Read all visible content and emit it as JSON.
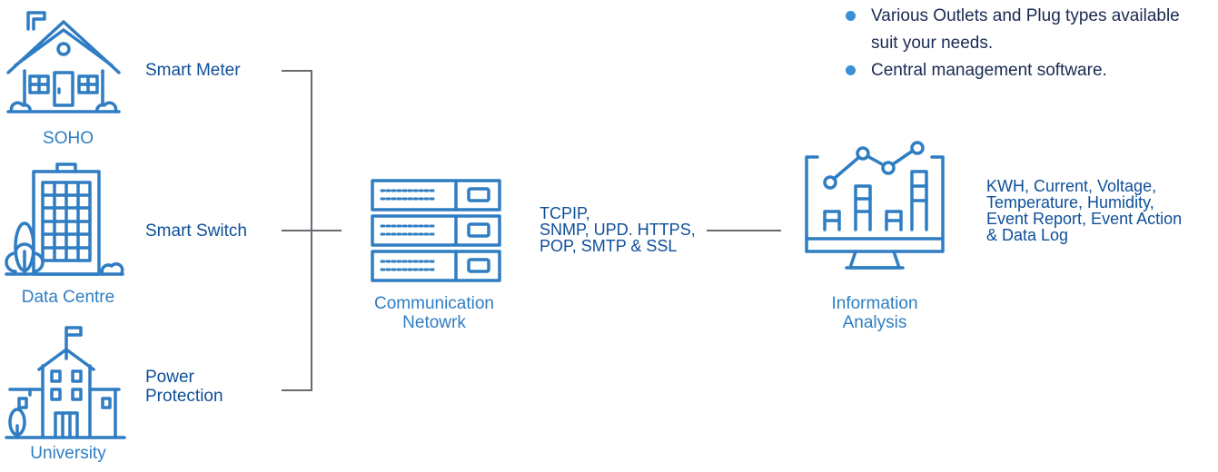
{
  "sites": {
    "soho": "SOHO",
    "data_centre": "Data Centre",
    "university": "University"
  },
  "devices": {
    "smart_meter": "Smart Meter",
    "smart_switch": "Smart Switch",
    "power_protection_line1": "Power",
    "power_protection_line2": "Protection"
  },
  "network": {
    "label_line1": "Communication",
    "label_line2": "Netowrk"
  },
  "protocols": {
    "line1": "TCPIP,",
    "line2": "SNMP, UPD. HTTPS,",
    "line3": "POP, SMTP & SSL"
  },
  "analysis": {
    "label_line1": "Information",
    "label_line2": "Analysis"
  },
  "metrics": {
    "line1": "KWH, Current, Voltage,",
    "line2": "Temperature, Humidity,",
    "line3": "Event Report, Event Action",
    "line4": "& Data Log"
  },
  "features": {
    "item1_line1": "Various Outlets and Plug types available",
    "item1_line2": "suit your needs.",
    "item2": "Central management software."
  },
  "colors": {
    "icon_blue": "#2f7dc2",
    "text_navy": "#0e4f99",
    "connector_gray": "#666b70",
    "bullet_blue": "#3a8fd6"
  }
}
